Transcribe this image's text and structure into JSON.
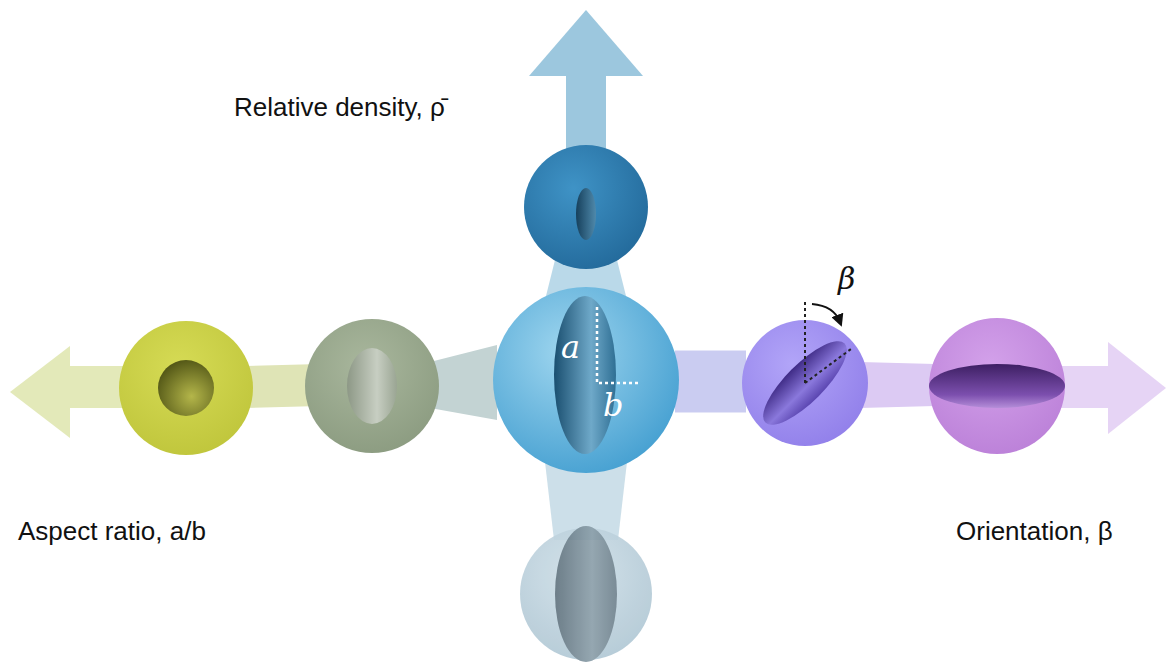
{
  "diagram": {
    "nodes": [
      {
        "text": [
          "a",
          "b"
        ]
      },
      {
        "text": [
          "β"
        ]
      }
    ],
    "edges": [
      {
        "from": 0,
        "to": 1,
        "arrow": "none"
      }
    ],
    "labels": [
      "Relative density, ρ̄",
      "Aspect ratio, a/b",
      "Orientation, β"
    ]
  }
}
